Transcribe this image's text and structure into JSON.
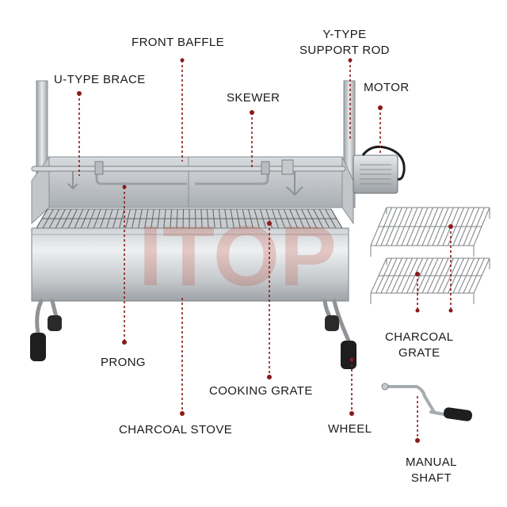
{
  "labels": {
    "front_baffle": "FRONT BAFFLE",
    "y_type_line1": "Y-TYPE",
    "y_type_line2": "SUPPORT ROD",
    "u_type_brace": "U-TYPE BRACE",
    "motor": "MOTOR",
    "skewer": "SKEWER",
    "charcoal_grate_line1": "CHARCOAL",
    "charcoal_grate_line2": "GRATE",
    "prong": "PRONG",
    "cooking_grate": "COOKING GRATE",
    "wheel": "WHEEL",
    "charcoal_stove": "CHARCOAL STOVE",
    "manual_line1": "MANUAL",
    "manual_line2": "SHAFT"
  },
  "watermark": "ITOP",
  "colors": {
    "leader": "#8b1a1a",
    "steel_light": "#e4e6e8",
    "steel_mid": "#b9bdc1",
    "steel_dark": "#7d8286",
    "watermark": "#c0392b",
    "text": "#1a1a1a"
  }
}
